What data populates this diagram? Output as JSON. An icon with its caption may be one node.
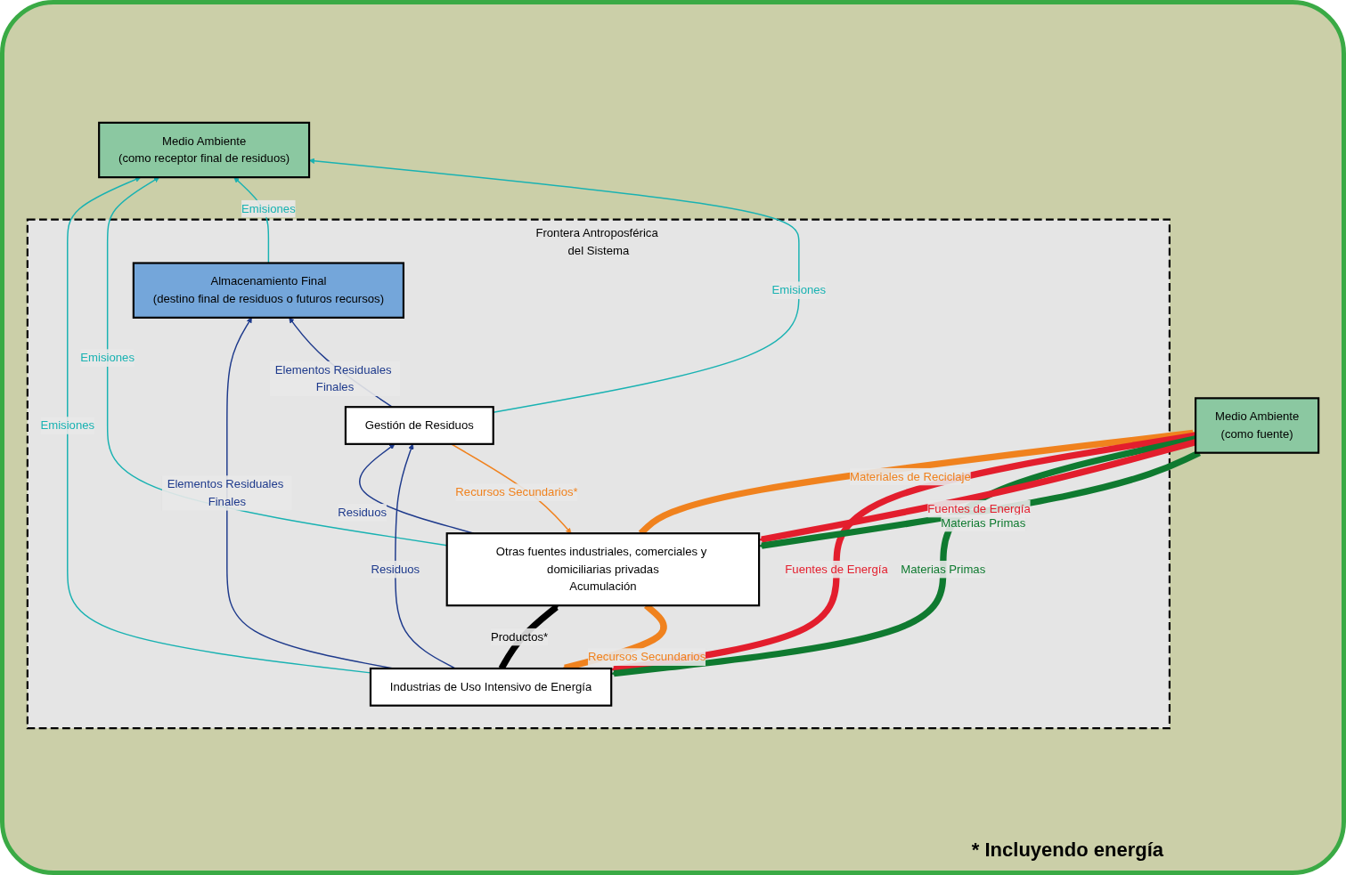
{
  "diagram": {
    "nodes": [
      {
        "text": [
          "Medio Ambiente",
          "(como receptor final de residuos)"
        ]
      },
      {
        "text": [
          "Frontera Antroposférica del Sistema"
        ]
      },
      {
        "text": [
          "Industrias de Uso Intensivo de Energía"
        ],
        "in": 1
      },
      {
        "text": [
          "Otras fuentes industriales, comerciales y domiciliarias privadas",
          "Acumulación"
        ],
        "in": 1
      },
      {
        "text": [
          "Gestión de Residuos"
        ],
        "in": 1
      },
      {
        "text": [
          "Almacenamiento Final",
          "(destino final de residuos o futuros recursos)"
        ],
        "in": 1
      },
      {
        "text": [
          "Medio Ambiente",
          "(como fuente)"
        ]
      }
    ],
    "edges": [
      {
        "from": 2,
        "to": 0,
        "arrow": "to",
        "label": "Emisiones",
        "color": "#19b2b2"
      },
      {
        "from": 3,
        "to": 0,
        "arrow": "to",
        "label": "Emisiones",
        "color": "#19b2b2"
      },
      {
        "from": 5,
        "to": 0,
        "arrow": "to",
        "label": "Emisiones",
        "color": "#19b2b2"
      },
      {
        "from": 4,
        "to": 0,
        "arrow": "to",
        "label": "Emisiones",
        "color": "#19b2b2"
      },
      {
        "from": 2,
        "to": 3,
        "arrow": "to",
        "label": "Productos*",
        "style": "thick",
        "color": "#000000"
      },
      {
        "from": 3,
        "to": 2,
        "arrow": "to",
        "label": "Recursos Secundarios",
        "style": "thick",
        "color": "#f0821e"
      },
      {
        "from": 4,
        "to": 3,
        "arrow": "to",
        "label": "Recursos Secundarios*",
        "color": "#f0821e"
      },
      {
        "from": 3,
        "to": 4,
        "arrow": "to",
        "label": "Residuos",
        "color": "#1e3a8c"
      },
      {
        "from": 2,
        "to": 4,
        "arrow": "to",
        "label": "Residuos",
        "color": "#1e3a8c"
      },
      {
        "from": 2,
        "to": 5,
        "arrow": "to",
        "label": "Elementos Residuales Finales",
        "color": "#1e3a8c"
      },
      {
        "from": 4,
        "to": 5,
        "arrow": "to",
        "label": "Elementos Residuales Finales",
        "color": "#1e3a8c"
      },
      {
        "from": 3,
        "to": 6,
        "arrow": "to",
        "label": "Materiales de Reciclaje",
        "style": "thick",
        "color": "#f0821e"
      },
      {
        "from": 6,
        "to": 2,
        "arrow": "to",
        "label": "Fuentes de Energía",
        "style": "thick",
        "color": "#e31e2d"
      },
      {
        "from": 6,
        "to": 2,
        "arrow": "to",
        "label": "Materias Primas",
        "style": "thick",
        "color": "#0f7a30"
      },
      {
        "from": 6,
        "to": 3,
        "arrow": "to",
        "label": "Fuentes de Energía",
        "style": "thick",
        "color": "#e31e2d"
      },
      {
        "from": 6,
        "to": 3,
        "arrow": "to",
        "label": "Materias Primas",
        "style": "thick",
        "color": "#0f7a30"
      }
    ],
    "labels": [
      "* Incluyendo energía"
    ]
  }
}
